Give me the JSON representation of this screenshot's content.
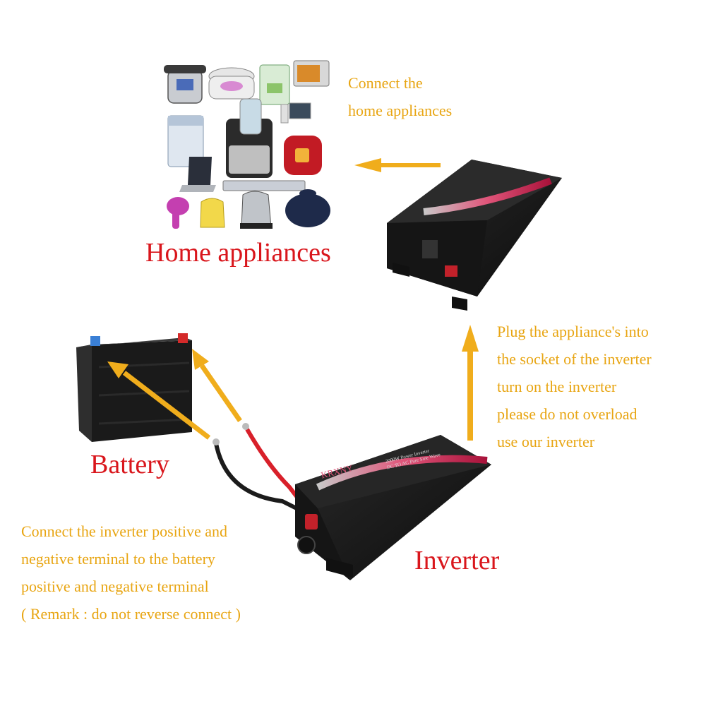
{
  "labels": {
    "home_appliances": "Home appliances",
    "battery": "Battery",
    "inverter": "Inverter"
  },
  "notes": {
    "connect_appliances": [
      "Connect the",
      "home appliances"
    ],
    "plug_in": [
      "Plug the appliance's into",
      "the socket of the inverter",
      "turn on the inverter",
      "please do not overload",
      "use our inverter"
    ],
    "connect_battery": [
      "Connect the inverter positive and",
      "negative terminal to the battery",
      "positive and negative terminal",
      "( Remark : do not reverse connect )"
    ]
  },
  "product": {
    "brand": "KRXNY",
    "model_line1": "2000W Power Inverter",
    "model_line2": "DC TO AC Pure Sine Wave"
  },
  "colors": {
    "annotation": "#e8a512",
    "heading": "#d9161c",
    "arrow": "#f0ad1c"
  }
}
